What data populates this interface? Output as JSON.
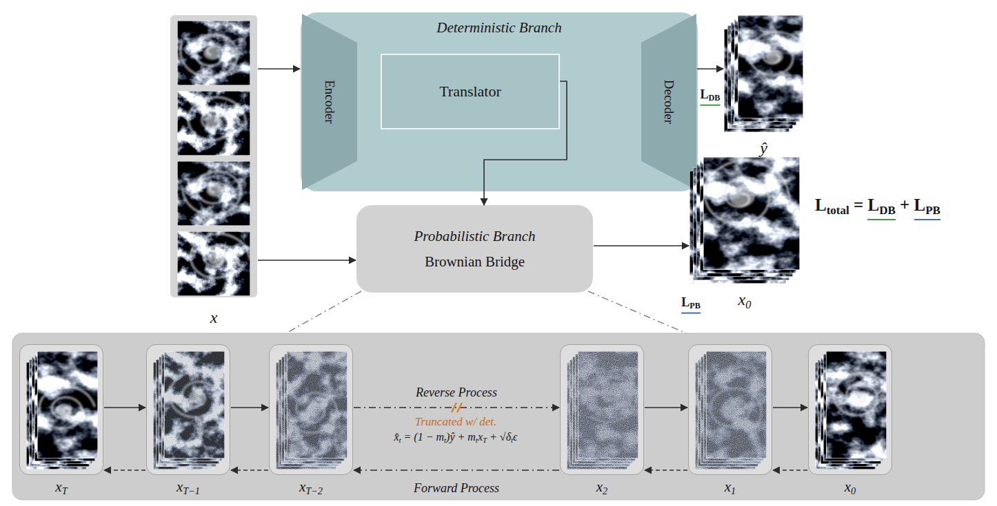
{
  "diagram": {
    "nodes": [
      {
        "text": [
          "x"
        ]
      },
      {
        "text": [
          "Deterministic Branch"
        ]
      },
      {
        "text": [
          "Encoder"
        ],
        "in": 1
      },
      {
        "text": [
          "Translator"
        ],
        "in": 1
      },
      {
        "text": [
          "Decoder"
        ],
        "in": 1
      },
      {
        "text": [
          "ŷ"
        ]
      },
      {
        "text": [
          "Probabilistic Branch",
          "Brownian Bridge"
        ]
      },
      {
        "text": [
          "x0"
        ]
      },
      {
        "text": [
          "xT"
        ]
      },
      {
        "text": [
          "xT−1"
        ]
      },
      {
        "text": [
          "xT−2"
        ]
      },
      {
        "text": [
          "x2"
        ]
      },
      {
        "text": [
          "x1"
        ]
      },
      {
        "text": [
          "x0"
        ]
      }
    ],
    "edges": [
      {
        "from": 0,
        "to": 1,
        "arrow": "to"
      },
      {
        "from": 0,
        "to": 6,
        "arrow": "to"
      },
      {
        "from": 3,
        "to": 6,
        "arrow": "to"
      },
      {
        "from": 4,
        "to": 5,
        "arrow": "to",
        "label": "LDB"
      },
      {
        "from": 6,
        "to": 7,
        "arrow": "to",
        "label": "LPB"
      },
      {
        "from": 8,
        "to": 9,
        "arrow": "to"
      },
      {
        "from": 9,
        "to": 10,
        "arrow": "to"
      },
      {
        "from": 10,
        "to": 11,
        "arrow": "to",
        "label": "Reverse Process"
      },
      {
        "from": 11,
        "to": 12,
        "arrow": "to"
      },
      {
        "from": 12,
        "to": 13,
        "arrow": "to"
      },
      {
        "from": 13,
        "to": 12,
        "arrow": "to"
      },
      {
        "from": 12,
        "to": 11,
        "arrow": "to"
      },
      {
        "from": 11,
        "to": 10,
        "arrow": "to",
        "label": "Forward Process"
      },
      {
        "from": 10,
        "to": 9,
        "arrow": "to"
      },
      {
        "from": 9,
        "to": 8,
        "arrow": "to"
      }
    ],
    "labels": [
      "Ltotal = LDB + LPB",
      "Truncated w/ det.",
      "x̂t = (1 − mt)ŷ + mtxT + √δtϵ"
    ]
  }
}
